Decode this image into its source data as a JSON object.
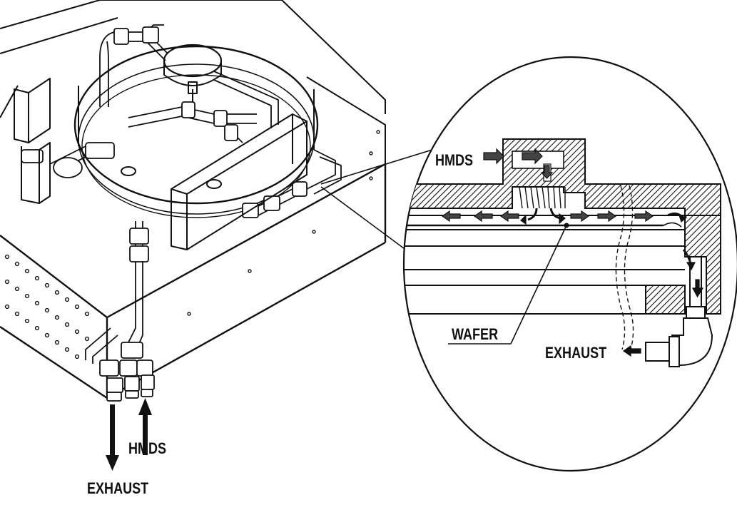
{
  "labels": {
    "hmds_inset": "HMDS",
    "wafer": "WAFER",
    "exhaust_inset": "EXHAUST",
    "hmds_main": "HMDS",
    "exhaust_main": "EXHAUST"
  },
  "colors": {
    "ink": "#111111",
    "background": "#ffffff",
    "arrow_fill": "#333333"
  }
}
